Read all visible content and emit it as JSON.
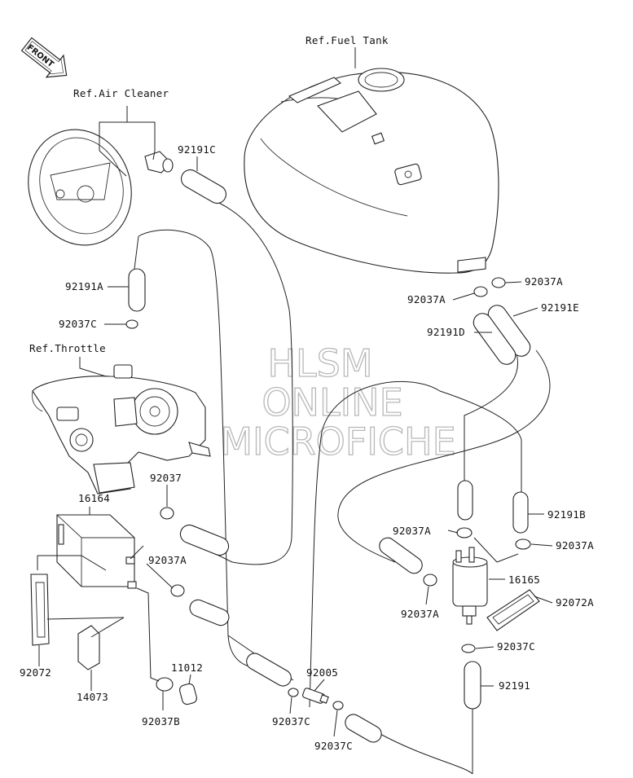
{
  "refs": {
    "fuel_tank": "Ref.Fuel Tank",
    "air_cleaner": "Ref.Air Cleaner",
    "throttle": "Ref.Throttle"
  },
  "front_arrow": "FRONT",
  "watermark": {
    "line1": "HLSM",
    "line2": "ONLINE",
    "line3": "MICROFICHE"
  },
  "parts": [
    {
      "id": "p_92191C",
      "label": "92191C"
    },
    {
      "id": "p_92191A",
      "label": "92191A"
    },
    {
      "id": "p_92037C_a",
      "label": "92037C"
    },
    {
      "id": "p_92037A_r1",
      "label": "92037A"
    },
    {
      "id": "p_92037A_r2",
      "label": "92037A"
    },
    {
      "id": "p_92191E",
      "label": "92191E"
    },
    {
      "id": "p_92191D",
      "label": "92191D"
    },
    {
      "id": "p_92037",
      "label": "92037"
    },
    {
      "id": "p_16164",
      "label": "16164"
    },
    {
      "id": "p_92037A_l",
      "label": "92037A"
    },
    {
      "id": "p_92037A_m",
      "label": "92037A"
    },
    {
      "id": "p_92191B",
      "label": "92191B"
    },
    {
      "id": "p_92037A_n",
      "label": "92037A"
    },
    {
      "id": "p_16165",
      "label": "16165"
    },
    {
      "id": "p_92037A_o",
      "label": "92037A"
    },
    {
      "id": "p_92072A",
      "label": "92072A"
    },
    {
      "id": "p_92037C_b",
      "label": "92037C"
    },
    {
      "id": "p_92072",
      "label": "92072"
    },
    {
      "id": "p_14073",
      "label": "14073"
    },
    {
      "id": "p_11012",
      "label": "11012"
    },
    {
      "id": "p_92005",
      "label": "92005"
    },
    {
      "id": "p_92191",
      "label": "92191"
    },
    {
      "id": "p_92037B",
      "label": "92037B"
    },
    {
      "id": "p_92037C_c",
      "label": "92037C"
    },
    {
      "id": "p_92037C_d",
      "label": "92037C"
    }
  ]
}
